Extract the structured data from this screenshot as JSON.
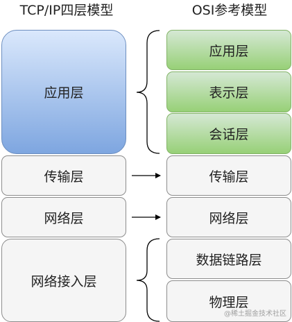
{
  "left_model": {
    "title": "TCP/IP四层模型",
    "layers": {
      "application": "应用层",
      "transport": "传输层",
      "network": "网络层",
      "network_access": "网络接入层"
    }
  },
  "right_model": {
    "title": "OSI参考模型",
    "layers": {
      "application": "应用层",
      "presentation": "表示层",
      "session": "会话层",
      "transport": "传输层",
      "network": "网络层",
      "data_link": "数据链路层",
      "physical": "物理层"
    }
  },
  "watermark": "@稀土掘金技术社区",
  "colors": {
    "application_fill_top": "#dae8fc",
    "application_fill_bottom": "#7ea6e0",
    "osi_upper_fill_top": "#d5e8d4",
    "osi_upper_fill_bottom": "#97d077",
    "layer_fill": "#f5f5f5",
    "border": "#8c8c8c",
    "connector": "#000000"
  }
}
